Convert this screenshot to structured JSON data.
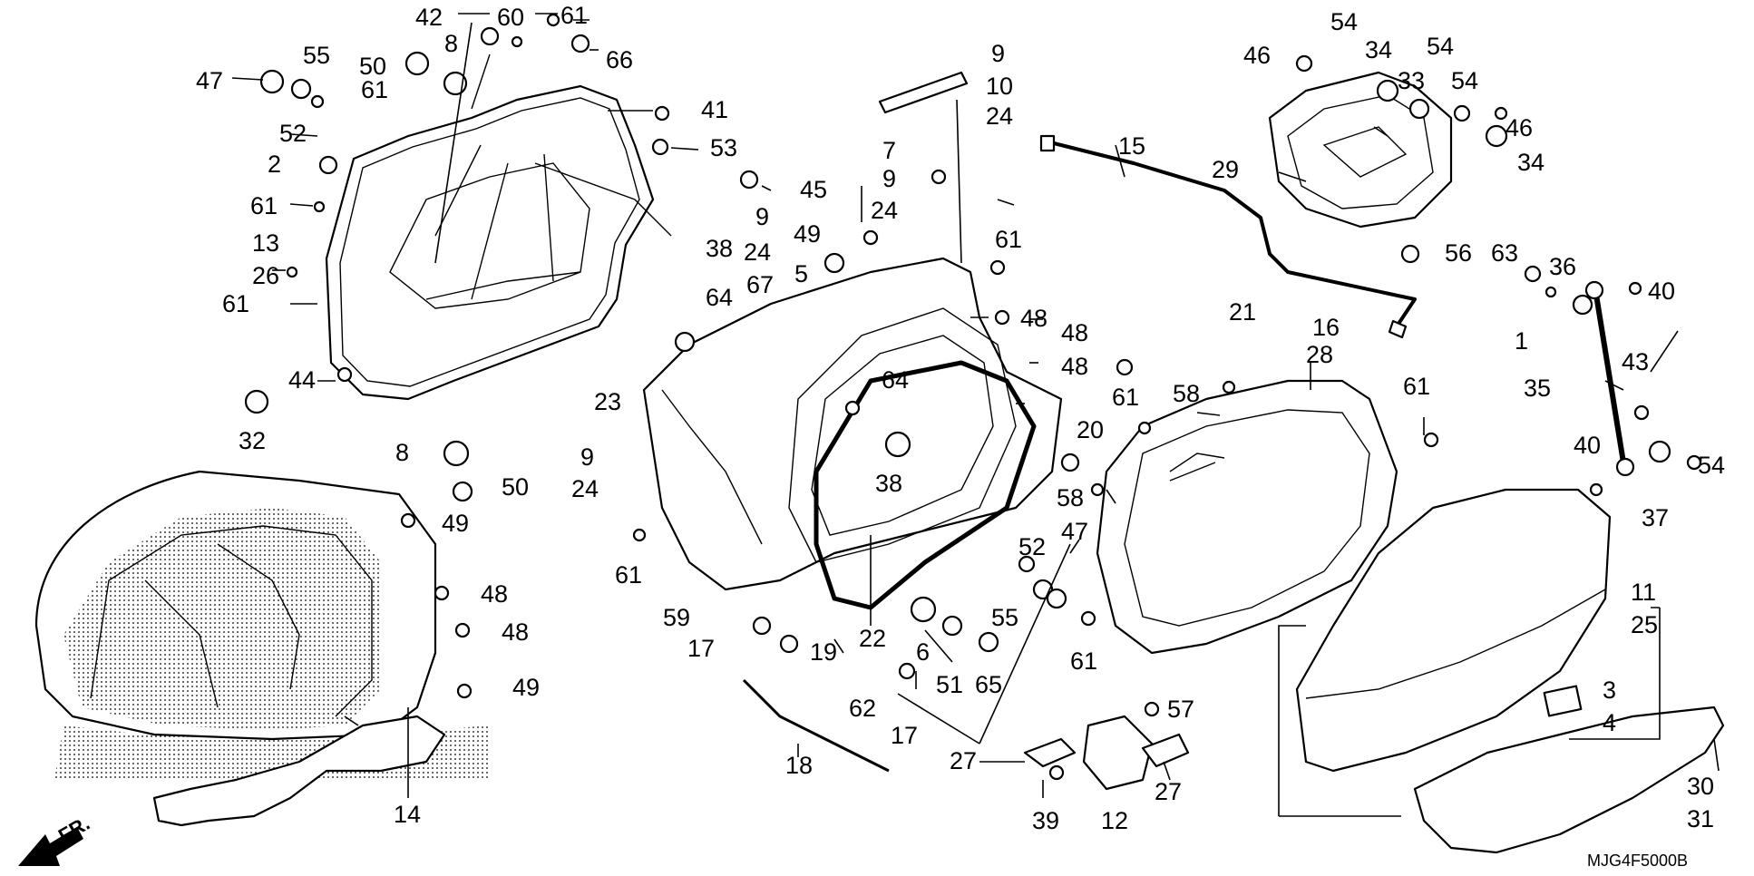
{
  "diagram": {
    "code": "MJG4F5000B",
    "front_marker": "FR.",
    "callouts": {
      "c42": "42",
      "c60": "60",
      "c61_top": "61",
      "c66": "66",
      "c8_top": "8",
      "c50_top": "50",
      "c55_top": "55",
      "c47_left": "47",
      "c52_left": "52",
      "c61_a": "61",
      "c2": "2",
      "c61_b": "61",
      "c13": "13",
      "c26": "26",
      "c61_c": "61",
      "c44": "44",
      "c32": "32",
      "c23": "23",
      "c41": "41",
      "c53": "53",
      "c45": "45",
      "c9_a": "9",
      "c24_a": "24",
      "c38_a": "38",
      "c64_a": "64",
      "c67": "67",
      "c49_a": "49",
      "c5": "5",
      "c7": "7",
      "c9_b": "9",
      "c24_b": "24",
      "c9_c": "9",
      "c10": "10",
      "c24_c": "24",
      "c61_d": "61",
      "c48_a": "48",
      "c48_b": "48",
      "c48_c": "48",
      "c64_b": "64",
      "c38_b": "38",
      "c8_mid": "8",
      "c50_mid": "50",
      "c49_b": "49",
      "c9_d": "9",
      "c24_d": "24",
      "c61_e": "61",
      "c48_d": "48",
      "c48_e": "48",
      "c49_c": "49",
      "c14": "14",
      "c59": "59",
      "c17_a": "17",
      "c19": "19",
      "c22": "22",
      "c6": "6",
      "c51": "51",
      "c65": "65",
      "c52_mid": "52",
      "c55_mid": "55",
      "c47_mid": "47",
      "c18": "18",
      "c62": "62",
      "c17_b": "17",
      "c15": "15",
      "c21": "21",
      "c16": "16",
      "c28": "28",
      "c58_a": "58",
      "c61_f": "61",
      "c20": "20",
      "c58_b": "58",
      "c61_g": "61",
      "c61_h": "61",
      "c27_a": "27",
      "c39": "39",
      "c12": "12",
      "c57": "57",
      "c27_b": "27",
      "c11": "11",
      "c25": "25",
      "c3": "3",
      "c4": "4",
      "c30": "30",
      "c31": "31",
      "c46_a": "46",
      "c54_a": "54",
      "c34_a": "34",
      "c54_b": "54",
      "c33": "33",
      "c54_c": "54",
      "c46_b": "46",
      "c34_b": "34",
      "c29": "29",
      "c56": "56",
      "c63": "63",
      "c36": "36",
      "c40_a": "40",
      "c1": "1",
      "c43": "43",
      "c35": "35",
      "c40_b": "40",
      "c54_d": "54",
      "c37": "37"
    }
  }
}
